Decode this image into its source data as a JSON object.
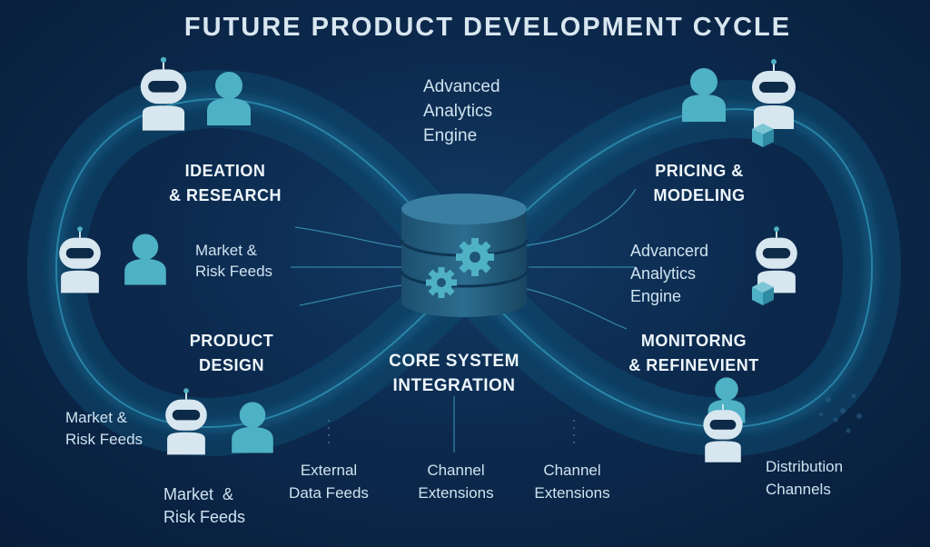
{
  "title": "FUTURE PRODUCT DEVELOPMENT CYCLE",
  "colors": {
    "background": "#0b2447",
    "loop": "#1a6c93",
    "figure_human": "#4fb1c5",
    "figure_robot": "#d7e6ef",
    "text": "#cfe3f0"
  },
  "stages": {
    "ideation": {
      "line1": "IDEATION",
      "line2": "& RESEARCH"
    },
    "product_design": {
      "line1": "PRODUCT",
      "line2": "DESIGN"
    },
    "pricing": {
      "line1": "PRICING &",
      "line2": "MODELING"
    },
    "monitoring": {
      "line1": "MONITORNG",
      "line2": "& REFINEVIENT"
    },
    "core": {
      "line1": "CORE SYSTEM",
      "line2": "INTEGRATION"
    }
  },
  "labels": {
    "analytics_top": {
      "line1": "Advanced",
      "line2": "Analytics",
      "line3": "Engine"
    },
    "analytics_right": {
      "line1": "Advancerd",
      "line2": "Analytics",
      "line3": "Engine"
    },
    "market_left": {
      "line1": "Market &",
      "line2": "Risk Feeds"
    },
    "market_bottom_left": {
      "line1": "Market &",
      "line2": "Risk Feeds"
    },
    "market_bottom": {
      "line1": "Market  &",
      "line2": "Risk Feeds"
    },
    "external": {
      "line1": "External",
      "line2": "Data Feeds"
    },
    "channel_center": {
      "line1": "Channel",
      "line2": "Extensions"
    },
    "channel_right": {
      "line1": "Channel",
      "line2": "Extensions"
    },
    "distribution": {
      "line1": "Distribution",
      "line2": "Channels"
    }
  },
  "icons": [
    "robot-icon",
    "person-icon",
    "database-icon",
    "gear-icon",
    "cube-icon"
  ]
}
